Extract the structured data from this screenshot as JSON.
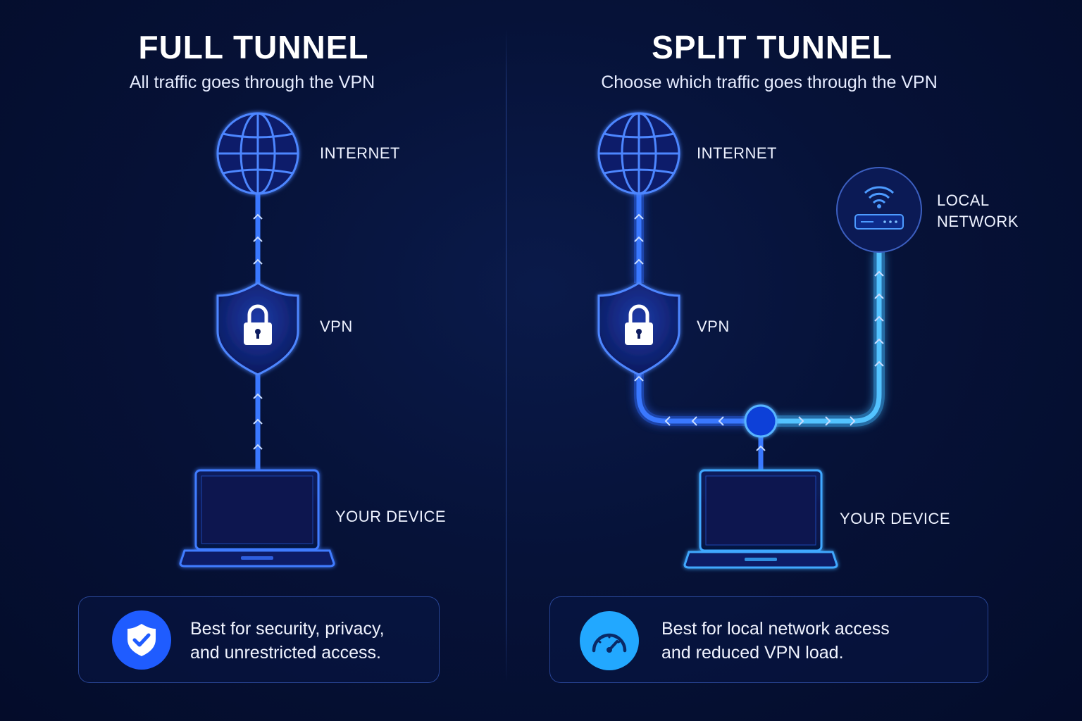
{
  "full": {
    "title": "FULL TUNNEL",
    "subtitle": "All traffic goes through the VPN",
    "labels": {
      "internet": "INTERNET",
      "vpn": "VPN",
      "device": "YOUR DEVICE"
    },
    "note": "Best for security, privacy,\nand unrestricted access."
  },
  "split": {
    "title": "SPLIT TUNNEL",
    "subtitle": "Choose which traffic goes through the VPN",
    "labels": {
      "internet": "INTERNET",
      "vpn": "VPN",
      "local": "LOCAL\nNETWORK",
      "device": "YOUR DEVICE"
    },
    "note": "Best for local network access\nand reduced VPN load."
  },
  "colors": {
    "tunnel_blue": "#2f6bff",
    "local_cyan": "#3fb6ff",
    "shield_badge": "#1f5cff",
    "gauge_badge": "#22a8ff"
  },
  "icons": {
    "internet": "globe-icon",
    "vpn": "shield-lock-icon",
    "local": "wifi-router-icon",
    "device": "laptop-icon",
    "full_note": "shield-check-icon",
    "split_note": "speedometer-icon"
  }
}
